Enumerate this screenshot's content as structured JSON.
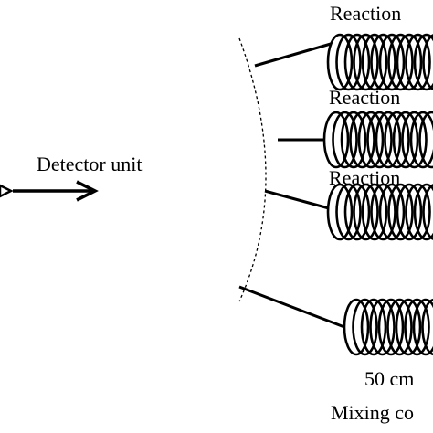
{
  "detector": {
    "label": "Detector unit"
  },
  "coils": [
    {
      "label": "Reaction"
    },
    {
      "label": "Reaction"
    },
    {
      "label": "Reaction"
    },
    {
      "label": ""
    }
  ],
  "mixing": {
    "length_label": "50 cm",
    "label": "Mixing co"
  },
  "colors": {
    "ink": "#000000",
    "background": "#ffffff"
  }
}
